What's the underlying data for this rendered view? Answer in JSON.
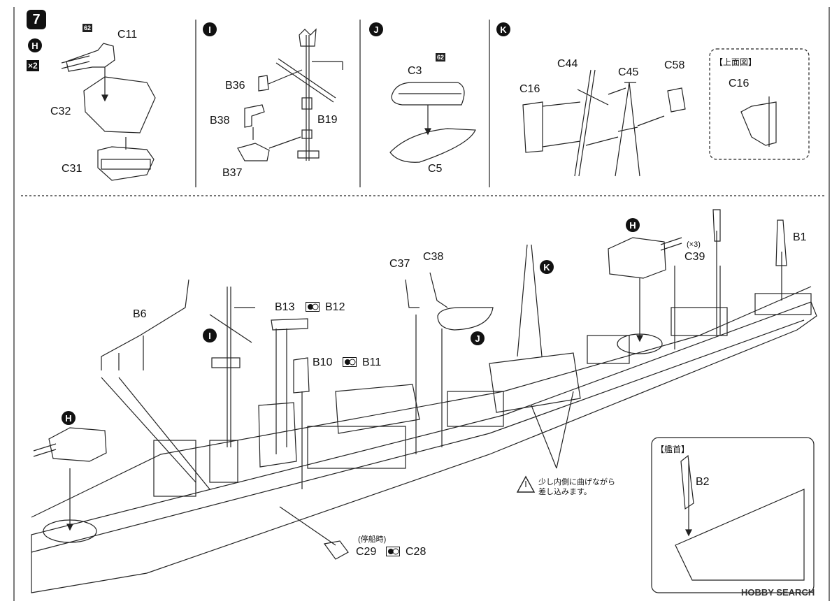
{
  "step_number": "7",
  "sub_badges": {
    "H": "H",
    "I": "I",
    "J": "J",
    "K": "K"
  },
  "quantity_mark": "×2",
  "part_tag": "62",
  "parts": {
    "C11": "C11",
    "C32": "C32",
    "C31": "C31",
    "B36": "B36",
    "B38": "B38",
    "B19": "B19",
    "B37": "B37",
    "C3": "C3",
    "C5": "C5",
    "C44": "C44",
    "C45": "C45",
    "C58": "C58",
    "C16": "C16",
    "B6": "B6",
    "B13": "B13",
    "B12": "B12",
    "B10": "B10",
    "B11": "B11",
    "C37": "C37",
    "C38": "C38",
    "C39": "C39",
    "B1": "B1",
    "C29": "C29",
    "C28": "C28",
    "B2": "B2"
  },
  "top_view_label": "【上面図】",
  "bow_label": "【艦首】",
  "times3": "(×3)",
  "moored_label": "(停船時)",
  "caution_text_line1": "少し内側に曲げながら",
  "caution_text_line2": "差し込みます。",
  "watermark": "HOBBY SEARCH"
}
